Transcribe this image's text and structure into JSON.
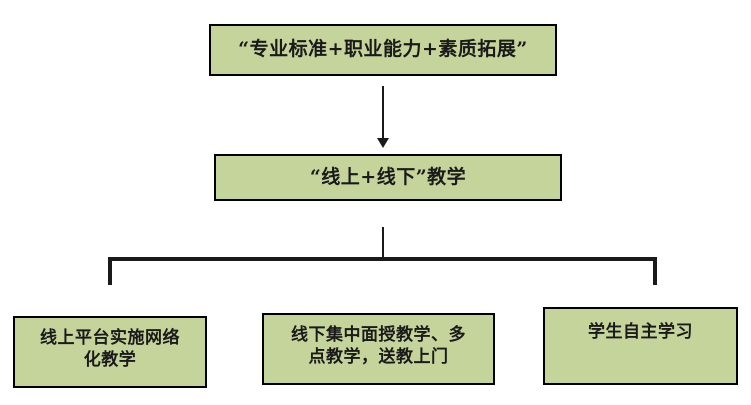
{
  "diagram": {
    "title_node": {
      "id": "standards",
      "label": "“专业标准+职业能力+素质拓展”"
    },
    "mode_node": {
      "id": "teaching-mode",
      "label": "“线上+线下”教学"
    },
    "branches": [
      {
        "id": "online",
        "label": "线上平台实施网络\n化教学"
      },
      {
        "id": "offline",
        "label": "线下集中面授教学、多\n点教学，送教上门"
      },
      {
        "id": "self-study",
        "label": "学生自主学习"
      }
    ],
    "colors": {
      "node_fill": "#c5d49a",
      "node_border": "#000000",
      "connector": "#1a1a1a",
      "background": "#ffffff",
      "text": "#1a1a1a"
    }
  }
}
